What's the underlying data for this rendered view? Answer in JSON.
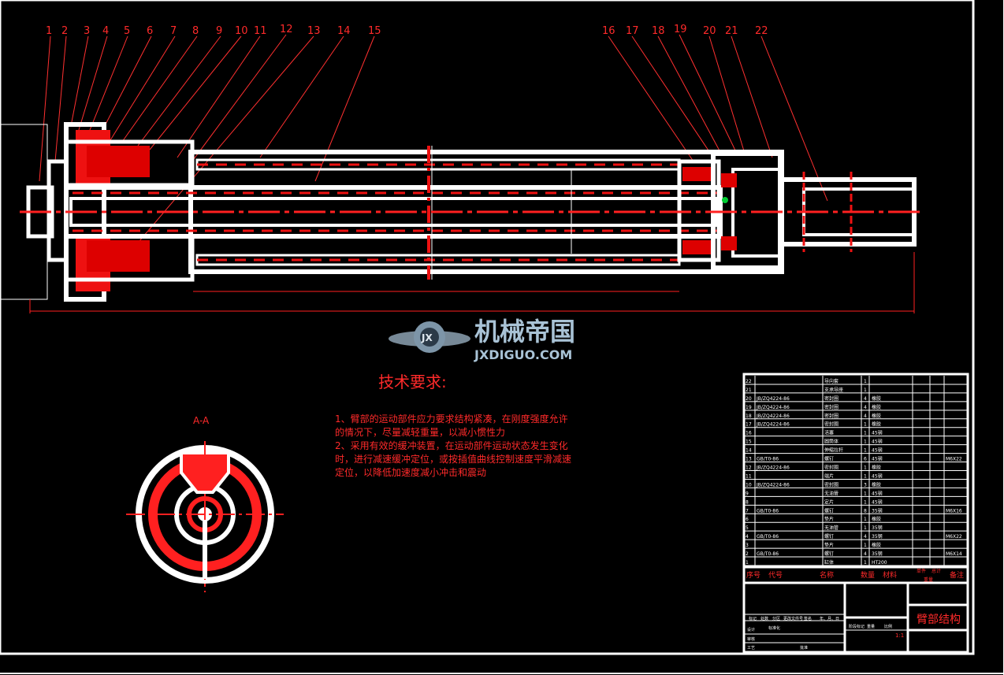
{
  "balloons": [
    "1",
    "2",
    "3",
    "4",
    "5",
    "6",
    "7",
    "8",
    "9",
    "10",
    "11",
    "12",
    "13",
    "14",
    "15",
    "16",
    "17",
    "18",
    "19",
    "20",
    "21",
    "22"
  ],
  "section_label": "A-A",
  "watermark": {
    "cn": "机械帝国",
    "en": "JXDIGUO.COM",
    "badge": "JX"
  },
  "tech_req": {
    "title": "技术要求:",
    "lines": [
      "1、臂部的运动部件应力要求结构紧凑，在刚度强度允许",
      "   的情况下，尽量减轻重量，以减小惯性力",
      "2、采用有效的缓冲装置，在运动部件运动状态发生变化",
      "   时，进行减速缓冲定位，或按插值曲线控制速度平滑减速",
      "   定位，以降低加速度减小冲击和震动"
    ]
  },
  "bom": {
    "rows": [
      {
        "no": "22",
        "code": "",
        "name": "导向套",
        "qty": "1",
        "mat": "",
        "note": ""
      },
      {
        "no": "21",
        "code": "",
        "name": "支承导座",
        "qty": "1",
        "mat": "",
        "note": ""
      },
      {
        "no": "20",
        "code": "JB/ZQ4224-86",
        "name": "密封圈",
        "qty": "4",
        "mat": "橡胶",
        "note": ""
      },
      {
        "no": "19",
        "code": "JB/ZQ4224-86",
        "name": "密封圈",
        "qty": "4",
        "mat": "橡胶",
        "note": ""
      },
      {
        "no": "18",
        "code": "JB/ZQ4224-86",
        "name": "密封圈",
        "qty": "4",
        "mat": "橡胶",
        "note": ""
      },
      {
        "no": "17",
        "code": "JB/ZQ4224-86",
        "name": "密封圈",
        "qty": "1",
        "mat": "橡胶",
        "note": ""
      },
      {
        "no": "16",
        "code": "",
        "name": "活塞",
        "qty": "1",
        "mat": "45钢",
        "note": ""
      },
      {
        "no": "15",
        "code": "",
        "name": "圆筒体",
        "qty": "1",
        "mat": "45钢",
        "note": ""
      },
      {
        "no": "14",
        "code": "",
        "name": "伸缩拉杆",
        "qty": "1",
        "mat": "45钢",
        "note": ""
      },
      {
        "no": "13",
        "code": "GB/T0-86",
        "name": "螺钉",
        "qty": "6",
        "mat": "45钢",
        "note": "M6X22"
      },
      {
        "no": "12",
        "code": "JB/ZQ4224-86",
        "name": "密封圈",
        "qty": "1",
        "mat": "橡胶",
        "note": ""
      },
      {
        "no": "11",
        "code": "",
        "name": "端片",
        "qty": "1",
        "mat": "45钢",
        "note": ""
      },
      {
        "no": "10",
        "code": "JB/ZQ4224-86",
        "name": "密封圈",
        "qty": "3",
        "mat": "橡胶",
        "note": ""
      },
      {
        "no": "9",
        "code": "",
        "name": "无油管",
        "qty": "1",
        "mat": "45钢",
        "note": ""
      },
      {
        "no": "8",
        "code": "",
        "name": "定片",
        "qty": "1",
        "mat": "45钢",
        "note": ""
      },
      {
        "no": "7",
        "code": "GB/T0-86",
        "name": "螺钉",
        "qty": "8",
        "mat": "35钢",
        "note": "M6X16"
      },
      {
        "no": "6",
        "code": "",
        "name": "垫片",
        "qty": "1",
        "mat": "橡胶",
        "note": ""
      },
      {
        "no": "5",
        "code": "",
        "name": "无油管",
        "qty": "1",
        "mat": "35钢",
        "note": ""
      },
      {
        "no": "4",
        "code": "GB/T0-86",
        "name": "螺钉",
        "qty": "4",
        "mat": "35钢",
        "note": "M6X22"
      },
      {
        "no": "3",
        "code": "",
        "name": "垫片",
        "qty": "1",
        "mat": "橡胶",
        "note": ""
      },
      {
        "no": "2",
        "code": "GB/T0-86",
        "name": "螺钉",
        "qty": "4",
        "mat": "35钢",
        "note": "M6X14"
      },
      {
        "no": "1",
        "code": "",
        "name": "缸体",
        "qty": "1",
        "mat": "HT200",
        "note": ""
      }
    ],
    "header": {
      "no": "序号",
      "code": "代号",
      "name": "名称",
      "qty": "数量",
      "mat": "材料",
      "unit": "单件",
      "total": "总计",
      "weight": "重量",
      "note": "备注"
    }
  },
  "title_block": {
    "drawing_name": "臂部结构",
    "scale": "1:1",
    "labels": [
      "标记",
      "处数",
      "分区",
      "更改文件号",
      "签名",
      "年、月、日",
      "设计",
      "标准化",
      "阶段标记",
      "重量",
      "比例",
      "审核",
      "工艺",
      "批准"
    ]
  },
  "colors": {
    "background": "#000000",
    "line": "#ffffff",
    "accent": "#ff0000",
    "hatch": "#ff2020",
    "marker": "#00cc33"
  }
}
